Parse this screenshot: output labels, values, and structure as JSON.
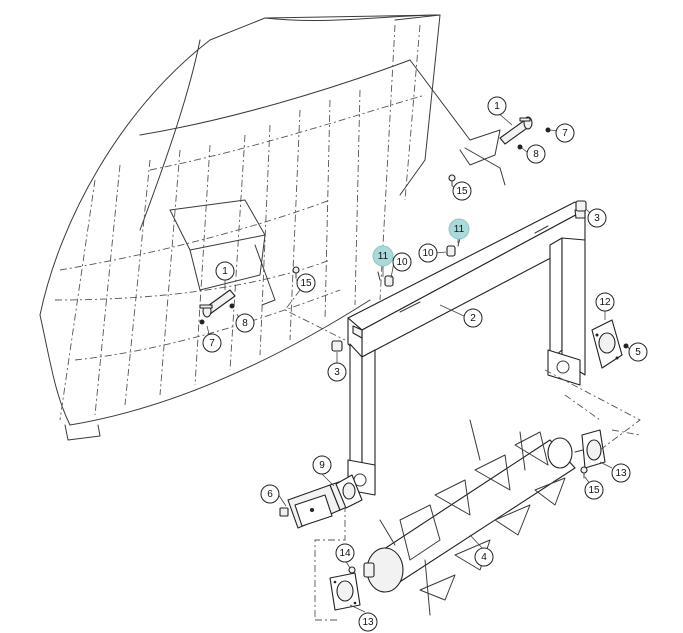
{
  "diagram": {
    "callouts": [
      {
        "id": "c1a",
        "label": "1"
      },
      {
        "id": "c7a",
        "label": "7"
      },
      {
        "id": "c8a",
        "label": "8"
      },
      {
        "id": "c15a",
        "label": "15"
      },
      {
        "id": "c3a",
        "label": "3"
      },
      {
        "id": "c11a",
        "label": "11",
        "highlight": true
      },
      {
        "id": "c10a",
        "label": "10"
      },
      {
        "id": "c11b",
        "label": "11",
        "highlight": true
      },
      {
        "id": "c10b",
        "label": "10"
      },
      {
        "id": "c2",
        "label": "2"
      },
      {
        "id": "c1b",
        "label": "1"
      },
      {
        "id": "c15b",
        "label": "15"
      },
      {
        "id": "c8b",
        "label": "8"
      },
      {
        "id": "c7b",
        "label": "7"
      },
      {
        "id": "c3b",
        "label": "3"
      },
      {
        "id": "c12",
        "label": "12"
      },
      {
        "id": "c5",
        "label": "5"
      },
      {
        "id": "c9",
        "label": "9"
      },
      {
        "id": "c6",
        "label": "6"
      },
      {
        "id": "c13a",
        "label": "13"
      },
      {
        "id": "c15c",
        "label": "15"
      },
      {
        "id": "c4",
        "label": "4"
      },
      {
        "id": "c14",
        "label": "14"
      },
      {
        "id": "c13b",
        "label": "13"
      }
    ],
    "colors": {
      "highlight": "#a9d9d8",
      "line": "#222222",
      "background": "#ffffff"
    }
  }
}
